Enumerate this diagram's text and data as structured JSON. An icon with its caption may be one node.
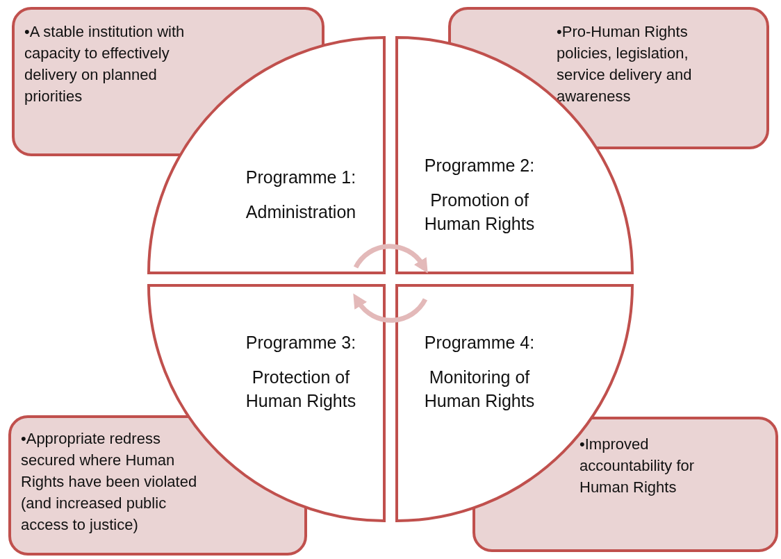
{
  "diagram": {
    "nodes": [
      {
        "text": [
          "•A stable institution with capacity to effectively delivery on planned priorities"
        ]
      },
      {
        "text": [
          "•Pro-Human Rights policies, legislation, service delivery and awareness"
        ]
      },
      {
        "text": [
          "•Appropriate redress secured where Human Rights have been violated (and increased public access to  justice)"
        ]
      },
      {
        "text": [
          "•Improved accountability for Human Rights"
        ]
      },
      {
        "text": [
          "Programme 1:",
          "Administration"
        ]
      },
      {
        "text": [
          "Programme 2:",
          "Promotion of Human Rights"
        ]
      },
      {
        "text": [
          "Programme 3:",
          "Protection of Human Rights"
        ]
      },
      {
        "text": [
          "Programme 4:",
          "Monitoring of Human Rights"
        ]
      }
    ],
    "edges": [
      {
        "from": 4,
        "to": 5,
        "arrow": "to"
      },
      {
        "from": 7,
        "to": 6,
        "arrow": "to"
      }
    ]
  }
}
